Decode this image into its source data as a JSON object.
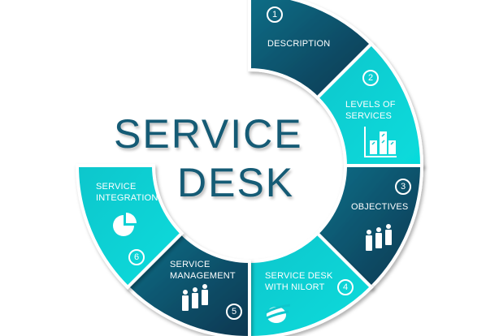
{
  "title": {
    "line1": "SERVICE",
    "line2": "DESK"
  },
  "segments": [
    {
      "number": "1",
      "label_lines": [
        "DESCRIPTION"
      ],
      "icon": "none"
    },
    {
      "number": "2",
      "label_lines": [
        "LEVELS OF",
        "SERVICES"
      ],
      "icon": "bar-chart-icon"
    },
    {
      "number": "3",
      "label_lines": [
        "OBJECTIVES"
      ],
      "icon": "people-icon"
    },
    {
      "number": "4",
      "label_lines": [
        "SERVICE DESK",
        "WITH NILORT"
      ],
      "icon": "nilort-logo-icon"
    },
    {
      "number": "5",
      "label_lines": [
        "SERVICE",
        "MANAGEMENT"
      ],
      "icon": "people-icon"
    },
    {
      "number": "6",
      "label_lines": [
        "SERVICE",
        "INTEGRATION"
      ],
      "icon": "pie-chart-icon"
    }
  ],
  "colors": {
    "dark_start": "#106f88",
    "dark_end": "#0a3650",
    "light_start": "#0fc6cc",
    "light_end": "#06dcdc",
    "title": "#155b75"
  }
}
